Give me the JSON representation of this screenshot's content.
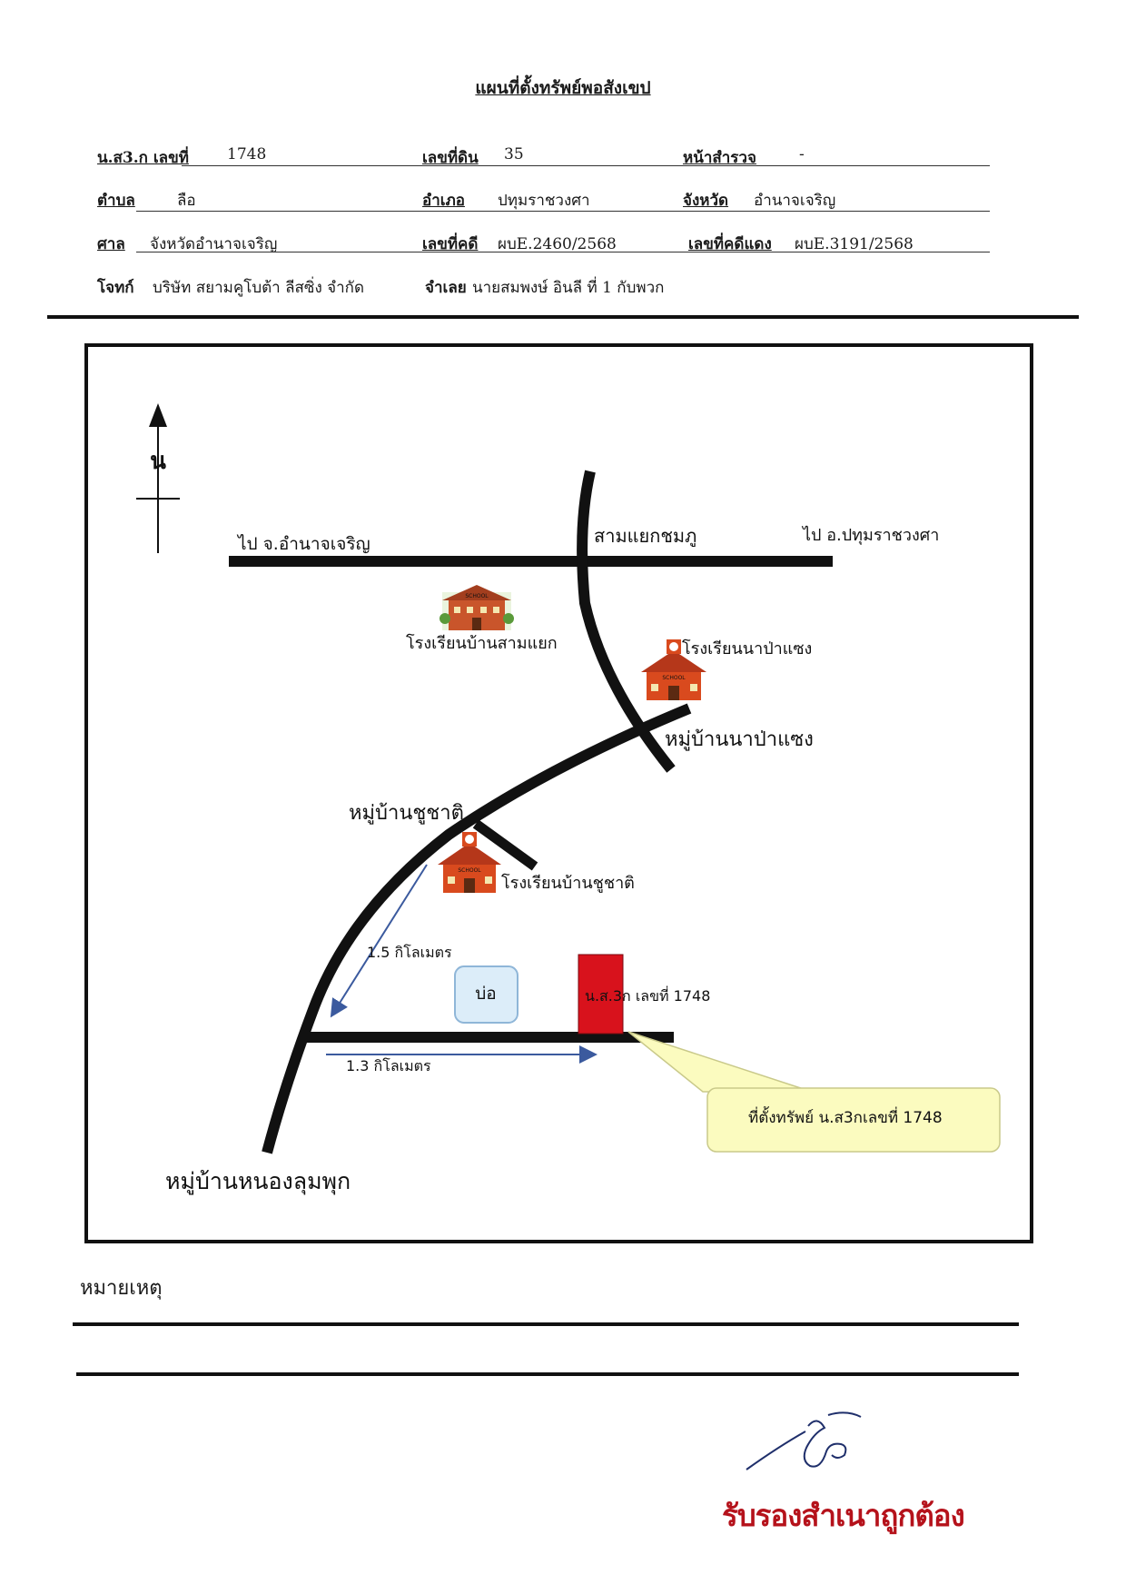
{
  "document": {
    "title": "แผนที่ตั้งทรัพย์พอสังเขป"
  },
  "header": {
    "doc_no_label": "น.ส3.ก เลขที่",
    "doc_no": "1748",
    "land_no_label": "เลขที่ดิน",
    "land_no": "35",
    "survey_page_label": "หน้าสำรวจ",
    "survey_page": "-",
    "subdistrict_label": "ตำบล",
    "subdistrict": "ลือ",
    "district_label": "อำเภอ",
    "district": "ปทุมราชวงศา",
    "province_label": "จังหวัด",
    "province": "อำนาจเจริญ",
    "court_label": "ศาล",
    "court": "จังหวัดอำนาจเจริญ",
    "case_no_label": "เลขที่คดี",
    "case_no": "ผบE.2460/2568",
    "red_case_no_label": "เลขที่คดีแดง",
    "red_case_no": "ผบE.3191/2568",
    "plaintiff_label": "โจทก์",
    "plaintiff": "บริษัท สยามคูโบต้า ลีสซิ่ง จำกัด",
    "defendant_label": "จำเลย",
    "defendant": "นายสมพงษ์ อินลี ที่ 1 กับพวก"
  },
  "map": {
    "north_label": "น",
    "to_amnat": "ไป จ.อำนาจเจริญ",
    "junction": "สามแยกชมภู",
    "to_pathum": "ไป อ.ปทุมราชวงศา",
    "school_samyaek": "โรงเรียนบ้านสามแยก",
    "school_samyaek_sign": "SCHOOL",
    "school_napasaeng": "โรงเรียนนาป่าแซง",
    "village_napasaeng": "หมู่บ้านนาป่าแซง",
    "village_chuchat": "หมู่บ้านชูชาติ",
    "school_chuchat": "โรงเรียนบ้านชูชาติ",
    "school_sign": "SCHOOL",
    "distance_1": "1.5 กิโลเมตร",
    "pond": "บ่อ",
    "parcel_label": "น.ส.3ก เลขที่ 1748",
    "distance_2": "1.3 กิโลเมตร",
    "callout": "ที่ตั้งทรัพย์ น.ส3กเลขที่  1748",
    "village_nonglumphuk": "หมู่บ้านหนองลุมพุก",
    "colors": {
      "road": "#111111",
      "parcel": "#d8121c",
      "pond_fill": "#dcedf9",
      "pond_border": "#8fb6d8",
      "callout_fill": "#fbfbbf",
      "callout_border": "#c9c98a",
      "school_red": "#d94a1e",
      "route_arrow": "#3b5a9e"
    }
  },
  "footer": {
    "remarks_label": "หมายเหตุ",
    "certified": "รับรองสำเนาถูกต้อง",
    "certified_color": "#b5121b"
  }
}
